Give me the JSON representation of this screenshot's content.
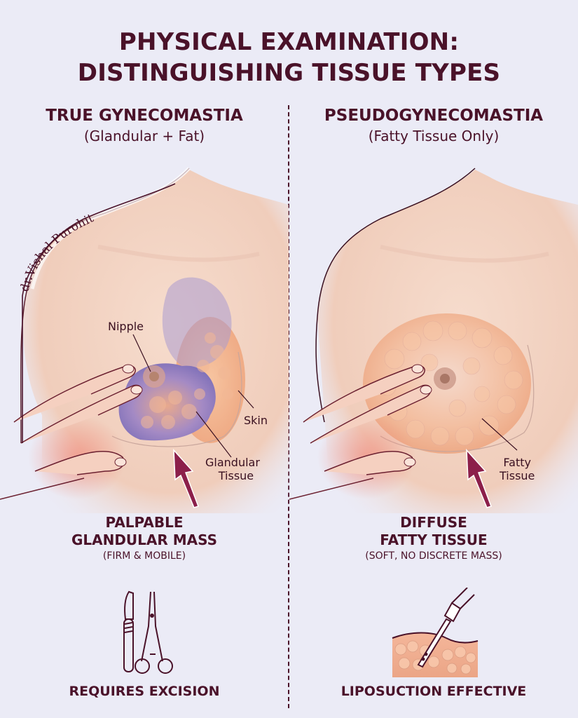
{
  "title": {
    "line1": "PHYSICAL EXAMINATION:",
    "line2": "DISTINGUISHING TISSUE TYPES"
  },
  "left": {
    "heading": "TRUE GYNECOMASTIA",
    "subheading": "(Glandular + Fat)",
    "labels": {
      "nipple": "Nipple",
      "skin": "Skin",
      "glandular_line1": "Glandular",
      "glandular_line2": "Tissue"
    },
    "finding": {
      "line1": "PALPABLE",
      "line2": "GLANDULAR MASS",
      "note": "(FIRM & MOBILE)"
    },
    "outcome": "REQUIRES EXCISION",
    "outcome_icons": [
      "scalpel-icon",
      "hemostat-icon"
    ]
  },
  "right": {
    "heading": "PSEUDOGYNECOMASTIA",
    "subheading": "(Fatty Tissue Only)",
    "labels": {
      "fatty_line1": "Fatty",
      "fatty_line2": "Tissue"
    },
    "finding": {
      "line1": "DIFFUSE",
      "line2": "FATTY TISSUE",
      "note": "(SOFT, NO DISCRETE MASS)"
    },
    "outcome": "LIPOSUCTION EFFECTIVE",
    "outcome_icons": [
      "liposuction-cannula-icon"
    ]
  },
  "signature": "dr.Vishal Purohit",
  "colors": {
    "background": "#ebebf6",
    "text": "#4a1229",
    "arrow": "#8c1f4a",
    "skin": "#f3d3c3",
    "glandular": "#8a7fc0",
    "fat": "#f0b48c"
  }
}
